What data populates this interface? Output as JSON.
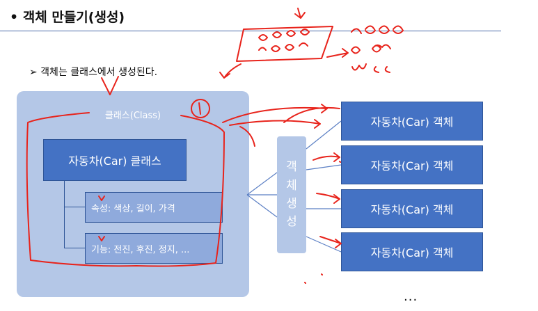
{
  "slide": {
    "title": "• 객체 만들기(생성)",
    "bullet": "➢  객체는 클래스에서 생성된다."
  },
  "class_diagram": {
    "container_label": "클래스(Class)",
    "class_box": "자동차(Car) 클래스",
    "attributes": "속성: 색상, 길이, 가격",
    "methods": "기능: 전진, 후진, 정지, ..."
  },
  "creation": {
    "chars": [
      "객",
      "체",
      "생",
      "성"
    ]
  },
  "objects": [
    "자동차(Car) 객체",
    "자동차(Car) 객체",
    "자동차(Car) 객체",
    "자동차(Car) 객체"
  ],
  "more": "...",
  "colors": {
    "class_box": "#4472c4",
    "attr_box": "#8faadc",
    "panel": "#b4c7e7",
    "ink": "#e8231b"
  }
}
